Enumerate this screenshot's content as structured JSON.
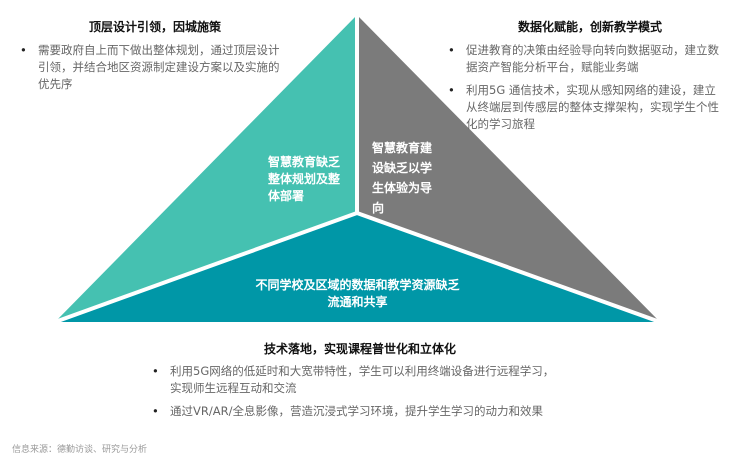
{
  "colors": {
    "left": "#45C1B1",
    "right": "#7B7B7B",
    "bottom": "#0097A7"
  },
  "top_left": {
    "title": "顶层设计引领，因城施策",
    "bullets": [
      "需要政府自上而下做出整体规划，通过顶层设计引领，并结合地区资源制定建设方案以及实施的优先序"
    ]
  },
  "top_right": {
    "title": "数据化赋能，创新教学模式",
    "bullets": [
      "促进教育的决策由经验导向转向数据驱动，建立数据资产智能分析平台，赋能业务端",
      "利用5G 通信技术，实现从感知网络的建设，建立从终端层到传感层的整体支撑架构，实现学生个性化的学习旅程"
    ]
  },
  "bottom": {
    "title": "技术落地，实现课程普世化和立体化",
    "bullets": [
      "利用5G网络的低延时和大宽带特性，学生可以利用终端设备进行远程学习，实现师生远程互动和交流",
      "通过VR/AR/全息影像，营造沉浸式学习环境，提升学生学习的动力和效果"
    ]
  },
  "triangle": {
    "left": "智慧教育缺乏整体规划及整体部署",
    "right": "智慧教育建设缺乏以学生体验为导向",
    "bottom": "不同学校及区域的数据和教学资源缺乏流通和共享"
  },
  "source": "信息来源：德勤访谈、研究与分析"
}
